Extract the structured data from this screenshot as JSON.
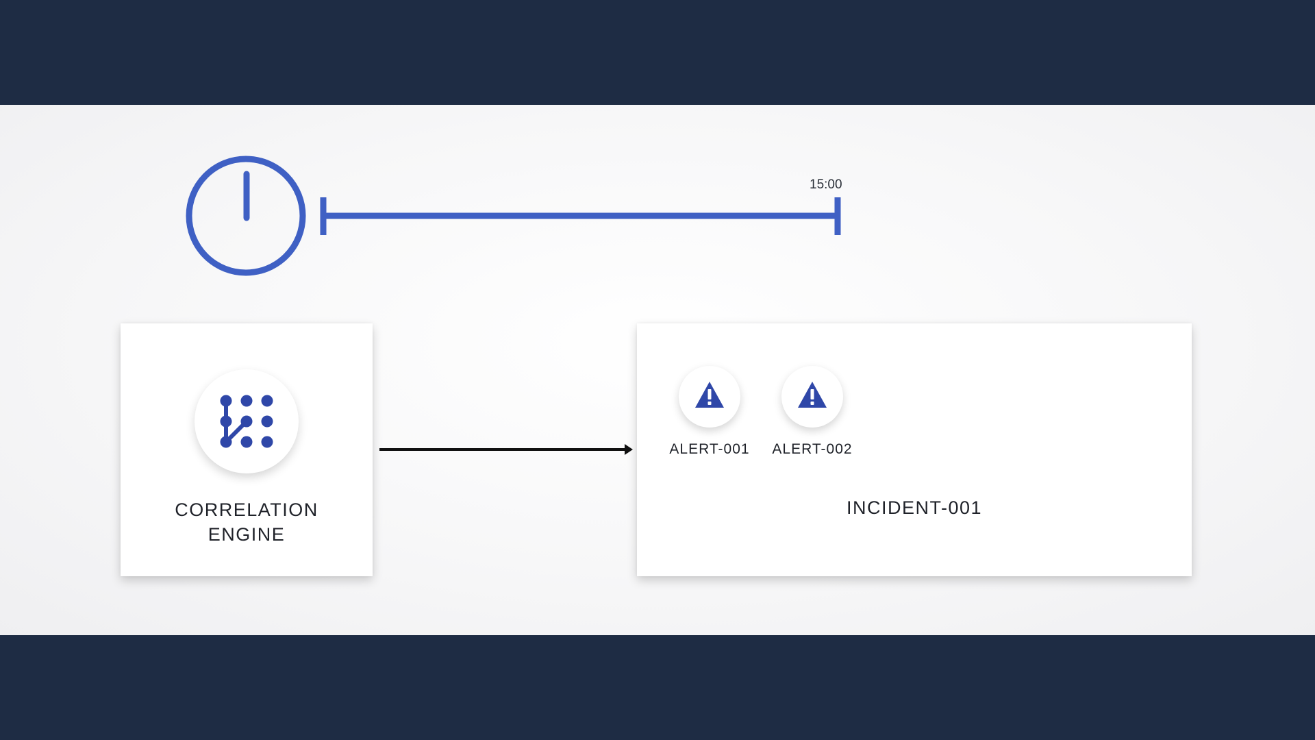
{
  "colors": {
    "background_band": "#1e2c44",
    "accent_blue": "#3f60c4",
    "icon_blue": "#2f47a8",
    "text_dark": "#1f2229",
    "arrow": "#111111"
  },
  "timer": {
    "icon": "clock-icon",
    "end_label": "15:00"
  },
  "engine": {
    "icon": "correlation-pattern-icon",
    "label": "CORRELATION\nENGINE"
  },
  "connector": {
    "icon": "arrow-right-icon"
  },
  "incident": {
    "label": "INCIDENT-001",
    "alerts": [
      {
        "icon": "warning-triangle-icon",
        "label": "ALERT-001"
      },
      {
        "icon": "warning-triangle-icon",
        "label": "ALERT-002"
      }
    ]
  }
}
